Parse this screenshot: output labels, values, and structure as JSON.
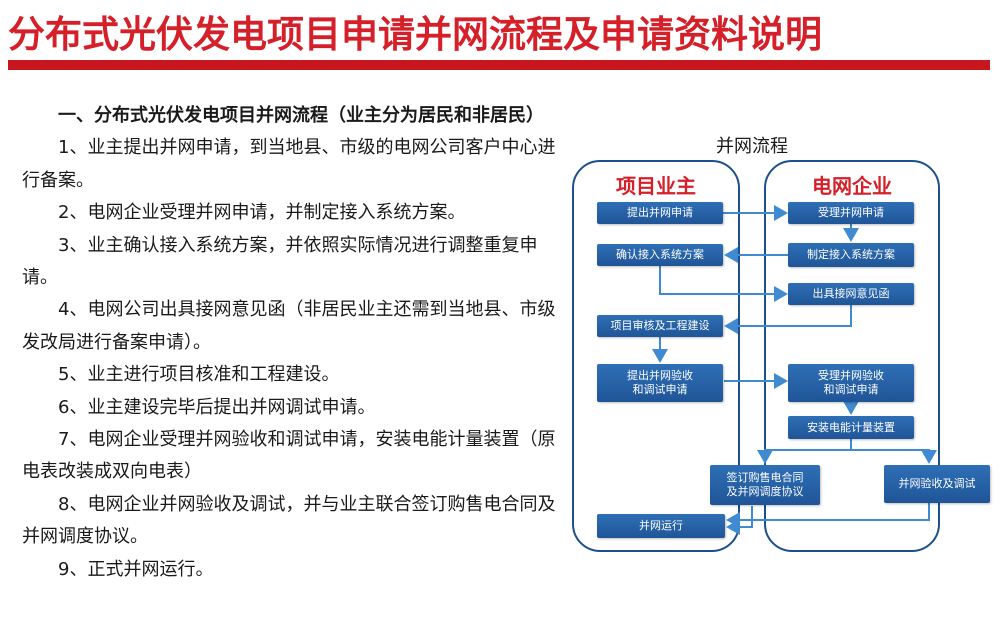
{
  "title": "分布式光伏发电项目申请并网流程及申请资料说明",
  "section": {
    "heading": "一、分布式光伏发电项目并网流程（业主分为居民和非居民）",
    "steps": [
      "1、业主提出并网申请，到当地县、市级的电网公司客户中心进行备案。",
      "2、电网企业受理并网申请，并制定接入系统方案。",
      "3、业主确认接入系统方案，并依照实际情况进行调整重复申请。",
      "4、电网公司出具接网意见函（非居民业主还需到当地县、市级发改局进行备案申请）。",
      "5、业主进行项目核准和工程建设。",
      "6、业主建设完毕后提出并网调试申请。",
      "7、电网企业受理并网验收和调试申请，安装电能计量装置（原电表改装成双向电表）",
      "8、电网企业并网验收及调试，并与业主联合签订购售电合同及并网调度协议。",
      "9、正式并网运行。"
    ]
  },
  "flow": {
    "caption": "并网流程",
    "owner_header": "项目业主",
    "grid_header": "电网企业",
    "boxes": {
      "submit": "提出并网申请",
      "accept": "受理并网申请",
      "plan": "制定接入系统方案",
      "confirm": "确认接入系统方案",
      "opinion": "出具接网意见函",
      "build": "项目审核及工程建设",
      "apply_test_1": "提出并网验收",
      "apply_test_2": "和调试申请",
      "accept_test_1": "受理并网验收",
      "accept_test_2": "和调试申请",
      "meter": "安装电能计量装置",
      "contract_1": "签订购售电合同",
      "contract_2": "及并网调度协议",
      "acceptance": "并网验收及调试",
      "operate": "并网运行"
    }
  }
}
